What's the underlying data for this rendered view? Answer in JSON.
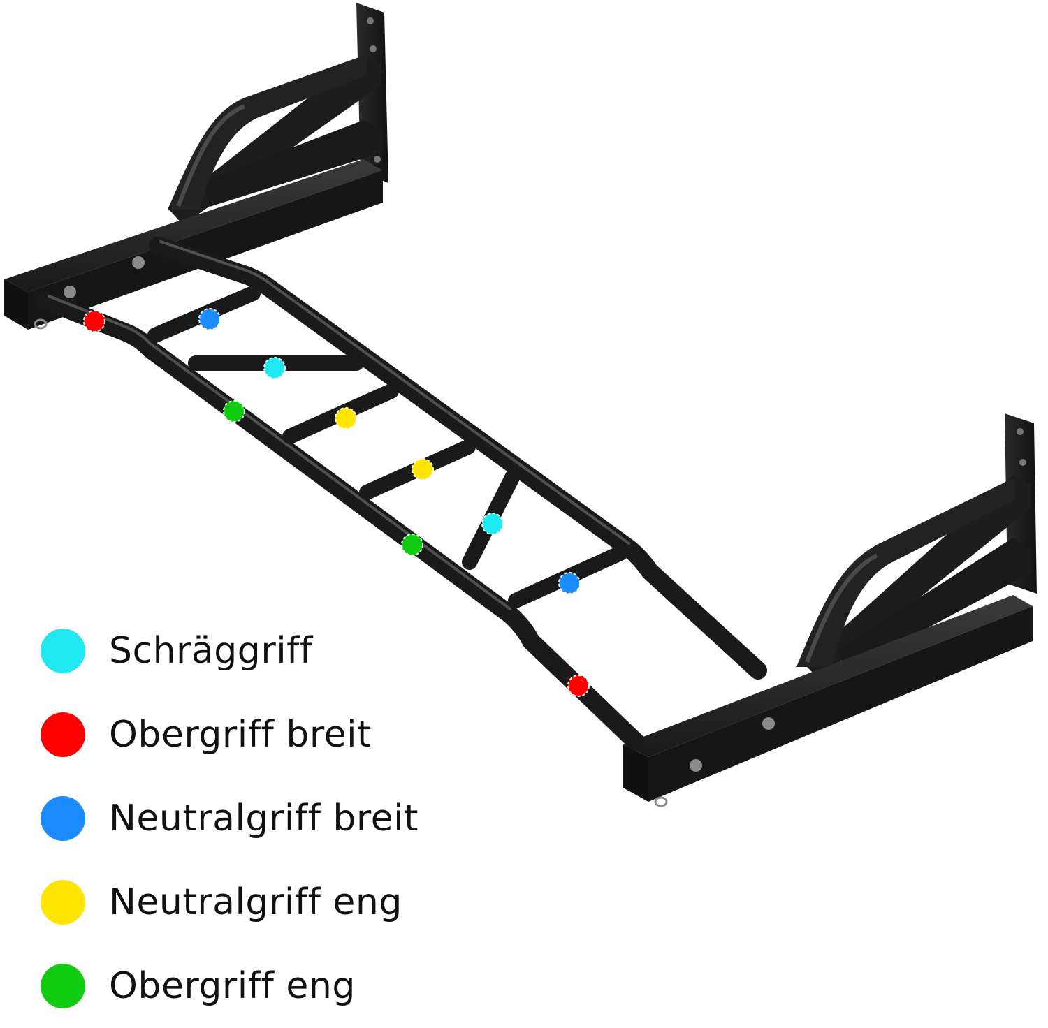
{
  "image": {
    "subject": "wall-mounted multi-grip pull-up bar",
    "colors": {
      "metal": "#1a1a1a",
      "metal_highlight": "#4a4a4a",
      "bolt": "#8a8a8a",
      "background": "#ffffff"
    }
  },
  "legend": {
    "items": [
      {
        "label": "Schräggriff",
        "color": "#1ee8f0",
        "icon": "cyan-dot-icon"
      },
      {
        "label": "Obergriff breit",
        "color": "#ff0000",
        "icon": "red-dot-icon"
      },
      {
        "label": "Neutralgriff breit",
        "color": "#1a8cff",
        "icon": "blue-dot-icon"
      },
      {
        "label": "Neutralgriff eng",
        "color": "#ffe600",
        "icon": "yellow-dot-icon"
      },
      {
        "label": "Obergriff eng",
        "color": "#11cc11",
        "icon": "green-dot-icon"
      }
    ]
  },
  "grip_markers": [
    {
      "type": "Obergriff breit",
      "color": "#ff0000"
    },
    {
      "type": "Neutralgriff breit",
      "color": "#1a8cff"
    },
    {
      "type": "Schräggriff",
      "color": "#1ee8f0"
    },
    {
      "type": "Obergriff eng",
      "color": "#11cc11"
    },
    {
      "type": "Neutralgriff eng",
      "color": "#ffe600"
    },
    {
      "type": "Neutralgriff eng",
      "color": "#ffe600"
    },
    {
      "type": "Schräggriff",
      "color": "#1ee8f0"
    },
    {
      "type": "Obergriff eng",
      "color": "#11cc11"
    },
    {
      "type": "Neutralgriff breit",
      "color": "#1a8cff"
    },
    {
      "type": "Obergriff breit",
      "color": "#ff0000"
    }
  ]
}
